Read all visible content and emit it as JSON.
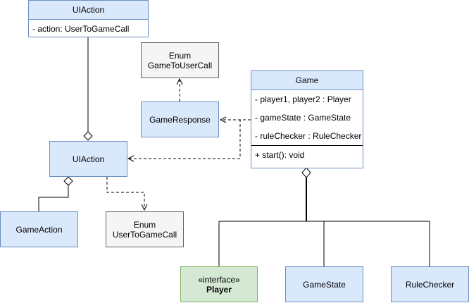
{
  "ui_action_top": {
    "title": "UIAction",
    "field": "- action: UserToGameCall"
  },
  "enum_game_to_user": {
    "stereotype": "Enum",
    "name": "GameToUserCall"
  },
  "game_response": {
    "title": "GameResponse"
  },
  "game": {
    "title": "Game",
    "fields": [
      "- player1, player2 : Player",
      "- gameState : GameState",
      "- ruleChecker : RuleChecker"
    ],
    "method": "+ start(): void"
  },
  "ui_action": {
    "title": "UIAction"
  },
  "game_action": {
    "title": "GameAction"
  },
  "enum_user_to_game": {
    "stereotype": "Enum",
    "name": "UserToGameCall"
  },
  "player": {
    "stereotype": "«interface»",
    "name": "Player"
  },
  "game_state": {
    "title": "GameState"
  },
  "rule_checker": {
    "title": "RuleChecker"
  }
}
